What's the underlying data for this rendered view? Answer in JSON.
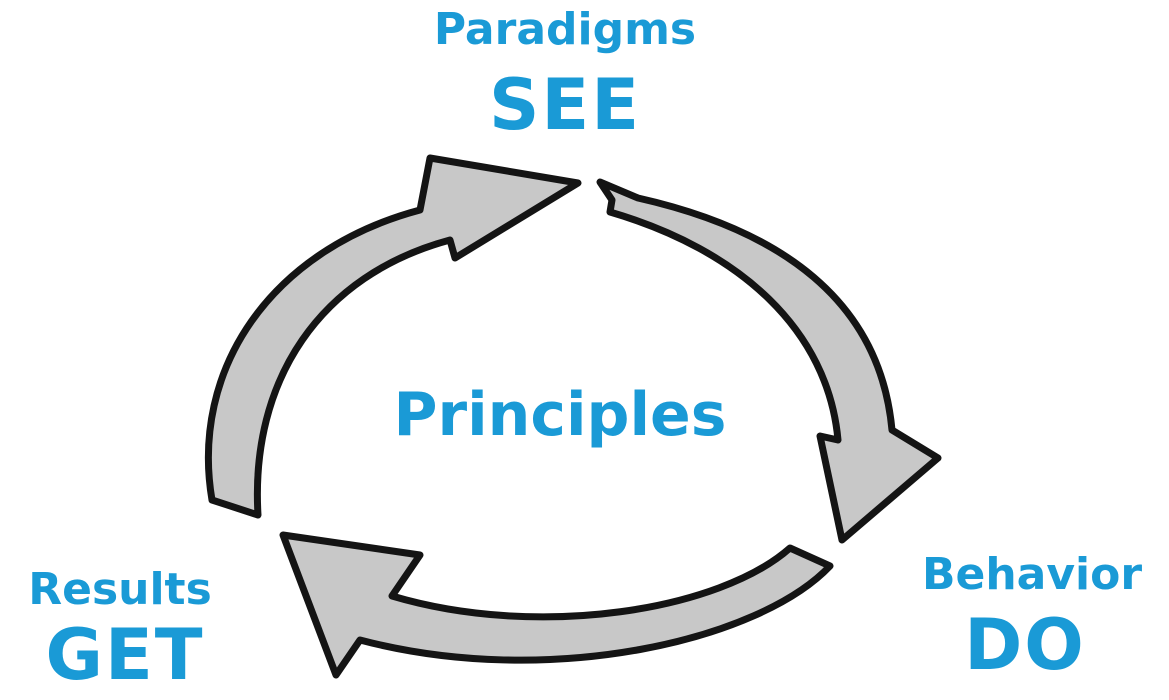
{
  "colors": {
    "label": "#1a9ad6",
    "arrow_fill": "#c8c8c8",
    "arrow_outline": "#141414"
  },
  "top": {
    "subtitle": "Paradigms",
    "verb": "SEE"
  },
  "center": {
    "label": "Principles"
  },
  "right": {
    "subtitle": "Behavior",
    "verb": "DO"
  },
  "left": {
    "subtitle": "Results",
    "verb": "GET"
  }
}
